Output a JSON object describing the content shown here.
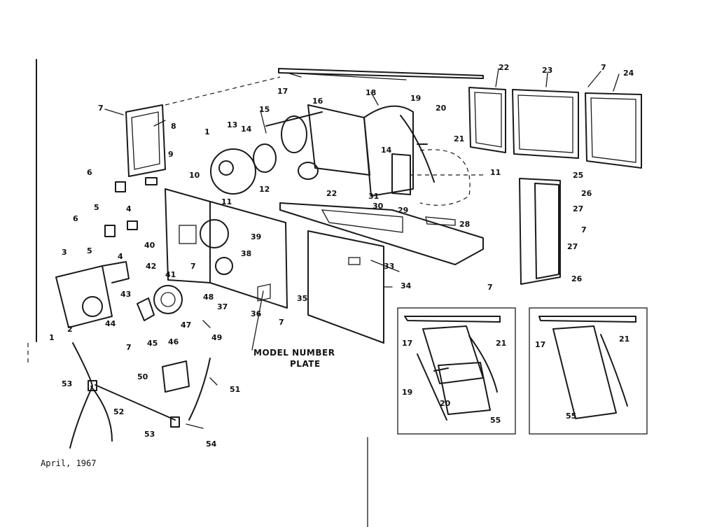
{
  "caption": {
    "line1": "MODEL NUMBER",
    "line2": "PLATE"
  },
  "date": "April, 1967",
  "callouts": {
    "c1a": "1",
    "c1b": "1",
    "c2": "2",
    "c3": "3",
    "c4a": "4",
    "c4b": "4",
    "c5a": "5",
    "c5b": "5",
    "c6a": "6",
    "c6b": "6",
    "c7a": "7",
    "c7b": "7",
    "c7c": "7",
    "c7d": "7",
    "c7e": "7",
    "c7f": "7",
    "c7g": "7",
    "c8": "8",
    "c9": "9",
    "c10": "10",
    "c11a": "11",
    "c11b": "11",
    "c12": "12",
    "c13": "13",
    "c14a": "14",
    "c14b": "14",
    "c15": "15",
    "c16": "16",
    "c17a": "17",
    "c17b": "17",
    "c17c": "17",
    "c18": "18",
    "c19a": "19",
    "c19b": "19",
    "c20a": "20",
    "c20b": "20",
    "c21a": "21",
    "c21b": "21",
    "c21c": "21",
    "c22a": "22",
    "c22b": "22",
    "c23": "23",
    "c24": "24",
    "c25": "25",
    "c26a": "26",
    "c26b": "26",
    "c27a": "27",
    "c27b": "27",
    "c28": "28",
    "c29": "29",
    "c30": "30",
    "c31": "31",
    "c33": "33",
    "c34": "34",
    "c35": "35",
    "c36": "36",
    "c37": "37",
    "c38": "38",
    "c39": "39",
    "c40": "40",
    "c41": "41",
    "c42": "42",
    "c43": "43",
    "c44": "44",
    "c45": "45",
    "c46": "46",
    "c47": "47",
    "c48": "48",
    "c49": "49",
    "c50": "50",
    "c51": "51",
    "c52": "52",
    "c53a": "53",
    "c53b": "53",
    "c54": "54",
    "c55a": "55",
    "c55b": "55"
  }
}
